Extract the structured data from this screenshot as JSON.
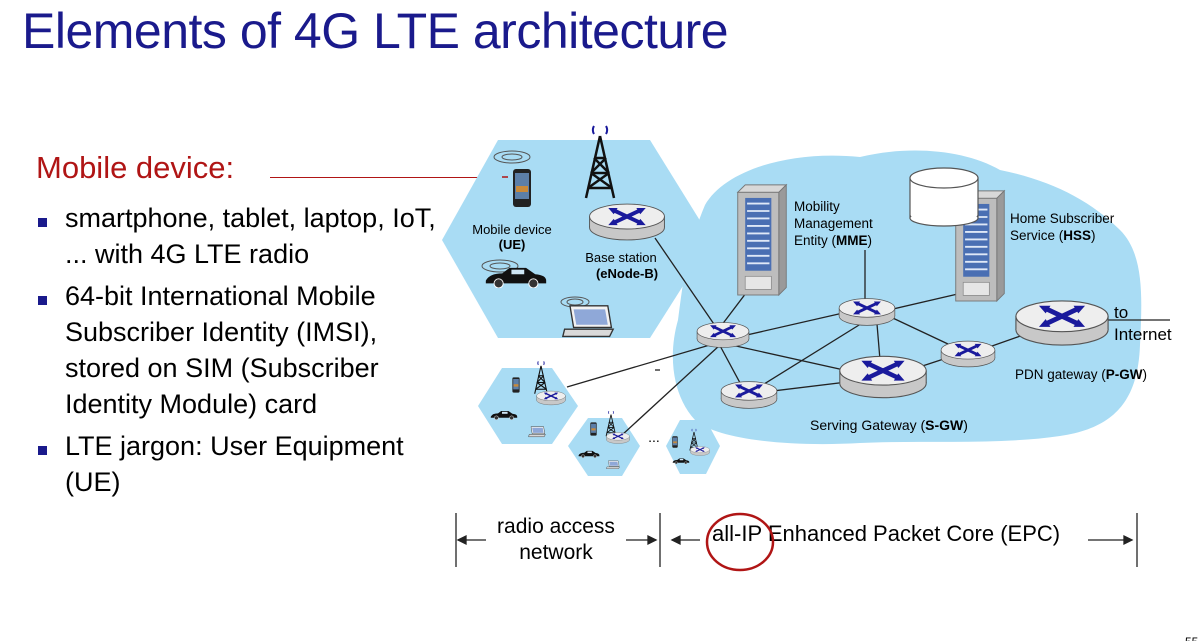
{
  "title": "Elements of 4G LTE architecture",
  "left_panel": {
    "heading": "Mobile device:",
    "bullets": [
      "smartphone, tablet, laptop, IoT, ... with 4G LTE radio",
      "64-bit International Mobile Subscriber Identity (IMSI), stored on SIM (Subscriber Identity Module) card",
      "LTE jargon: User Equipment (UE)"
    ]
  },
  "diagram": {
    "mobile_device": {
      "line1": "Mobile device",
      "line2": "(UE)"
    },
    "base_station": {
      "line1": "Base station",
      "line2": "(eNode-B)"
    },
    "mme": {
      "line1": "Mobility",
      "line2": "Management",
      "line3_prefix": "Entity (",
      "line3_bold": "MME",
      "line3_suffix": ")"
    },
    "hss": {
      "line1": "Home Subscriber",
      "line2_prefix": "Service (",
      "line2_bold": "HSS",
      "line2_suffix": ")"
    },
    "to_internet": {
      "line1": "to",
      "line2": "Internet"
    },
    "pgw": {
      "prefix": "PDN gateway (",
      "bold": "P-GW",
      "suffix": ")"
    },
    "sgw": {
      "prefix": "Serving Gateway (",
      "bold": "S-GW",
      "suffix": ")"
    },
    "ellipsis": "...",
    "ran_label": {
      "line1": "radio access",
      "line2": "network"
    },
    "epc_label": {
      "circled": "all-IP",
      "rest": " Enhanced Packet Core (EPC)"
    }
  },
  "colors": {
    "title": "#1a1a8c",
    "heading": "#b01515",
    "cloud": "#a9dcf4",
    "router_arrows": "#1a1a9c",
    "circle": "#b01515"
  },
  "page_number": "55"
}
